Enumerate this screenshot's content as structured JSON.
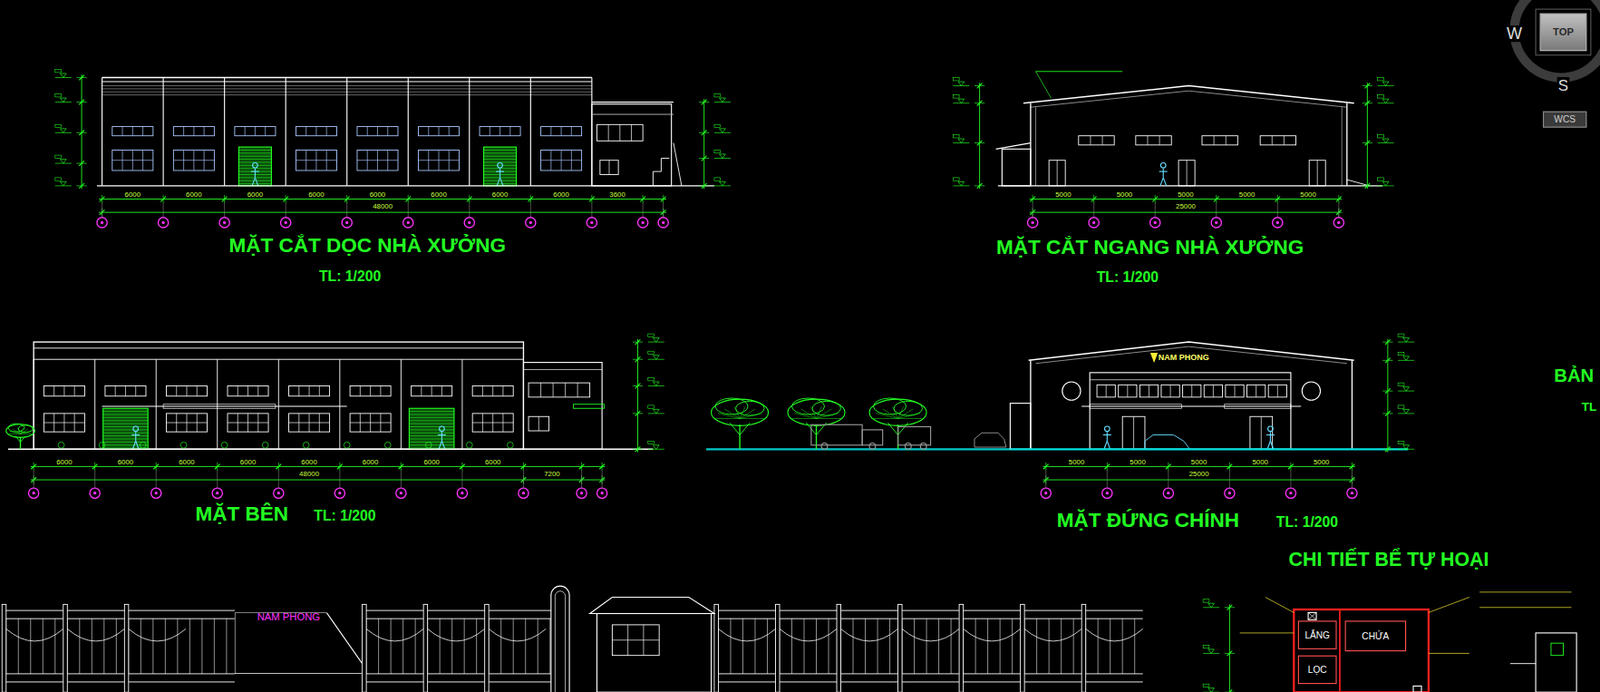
{
  "diagram": {
    "nodes": [
      {
        "text": [
          "TOP"
        ]
      },
      {
        "text": [
          "WCS"
        ]
      },
      {
        "text": [
          "NAM PHONG"
        ]
      },
      {
        "text": [
          "LẮNG"
        ]
      },
      {
        "text": [
          "LỌC"
        ]
      },
      {
        "text": [
          "CHỨA"
        ]
      }
    ],
    "labels": [
      "MẶT CẮT DỌC NHÀ XƯỞNG",
      "TL: 1/200",
      "MẶT CẮT NGANG NHÀ XƯỞNG",
      "TL: 1/200",
      "MẶT BÊN",
      "TL: 1/200",
      "MẶT ĐỨNG CHÍNH",
      "TL: 1/200",
      "CHI TIẾT BỂ TỰ HOẠI",
      "BẢN",
      "TL",
      "NAM PHONG",
      "W",
      "S",
      "6000",
      "6000",
      "6000",
      "6000",
      "6000",
      "6000",
      "6000",
      "6000",
      "3600",
      "48000",
      "5000",
      "5000",
      "5000",
      "5000",
      "5000",
      "25000",
      "6000",
      "6000",
      "6000",
      "6000",
      "6000",
      "6000",
      "6000",
      "6000",
      "48000",
      "7200",
      "5000",
      "5000",
      "5000",
      "5000",
      "5000",
      "25000"
    ]
  }
}
